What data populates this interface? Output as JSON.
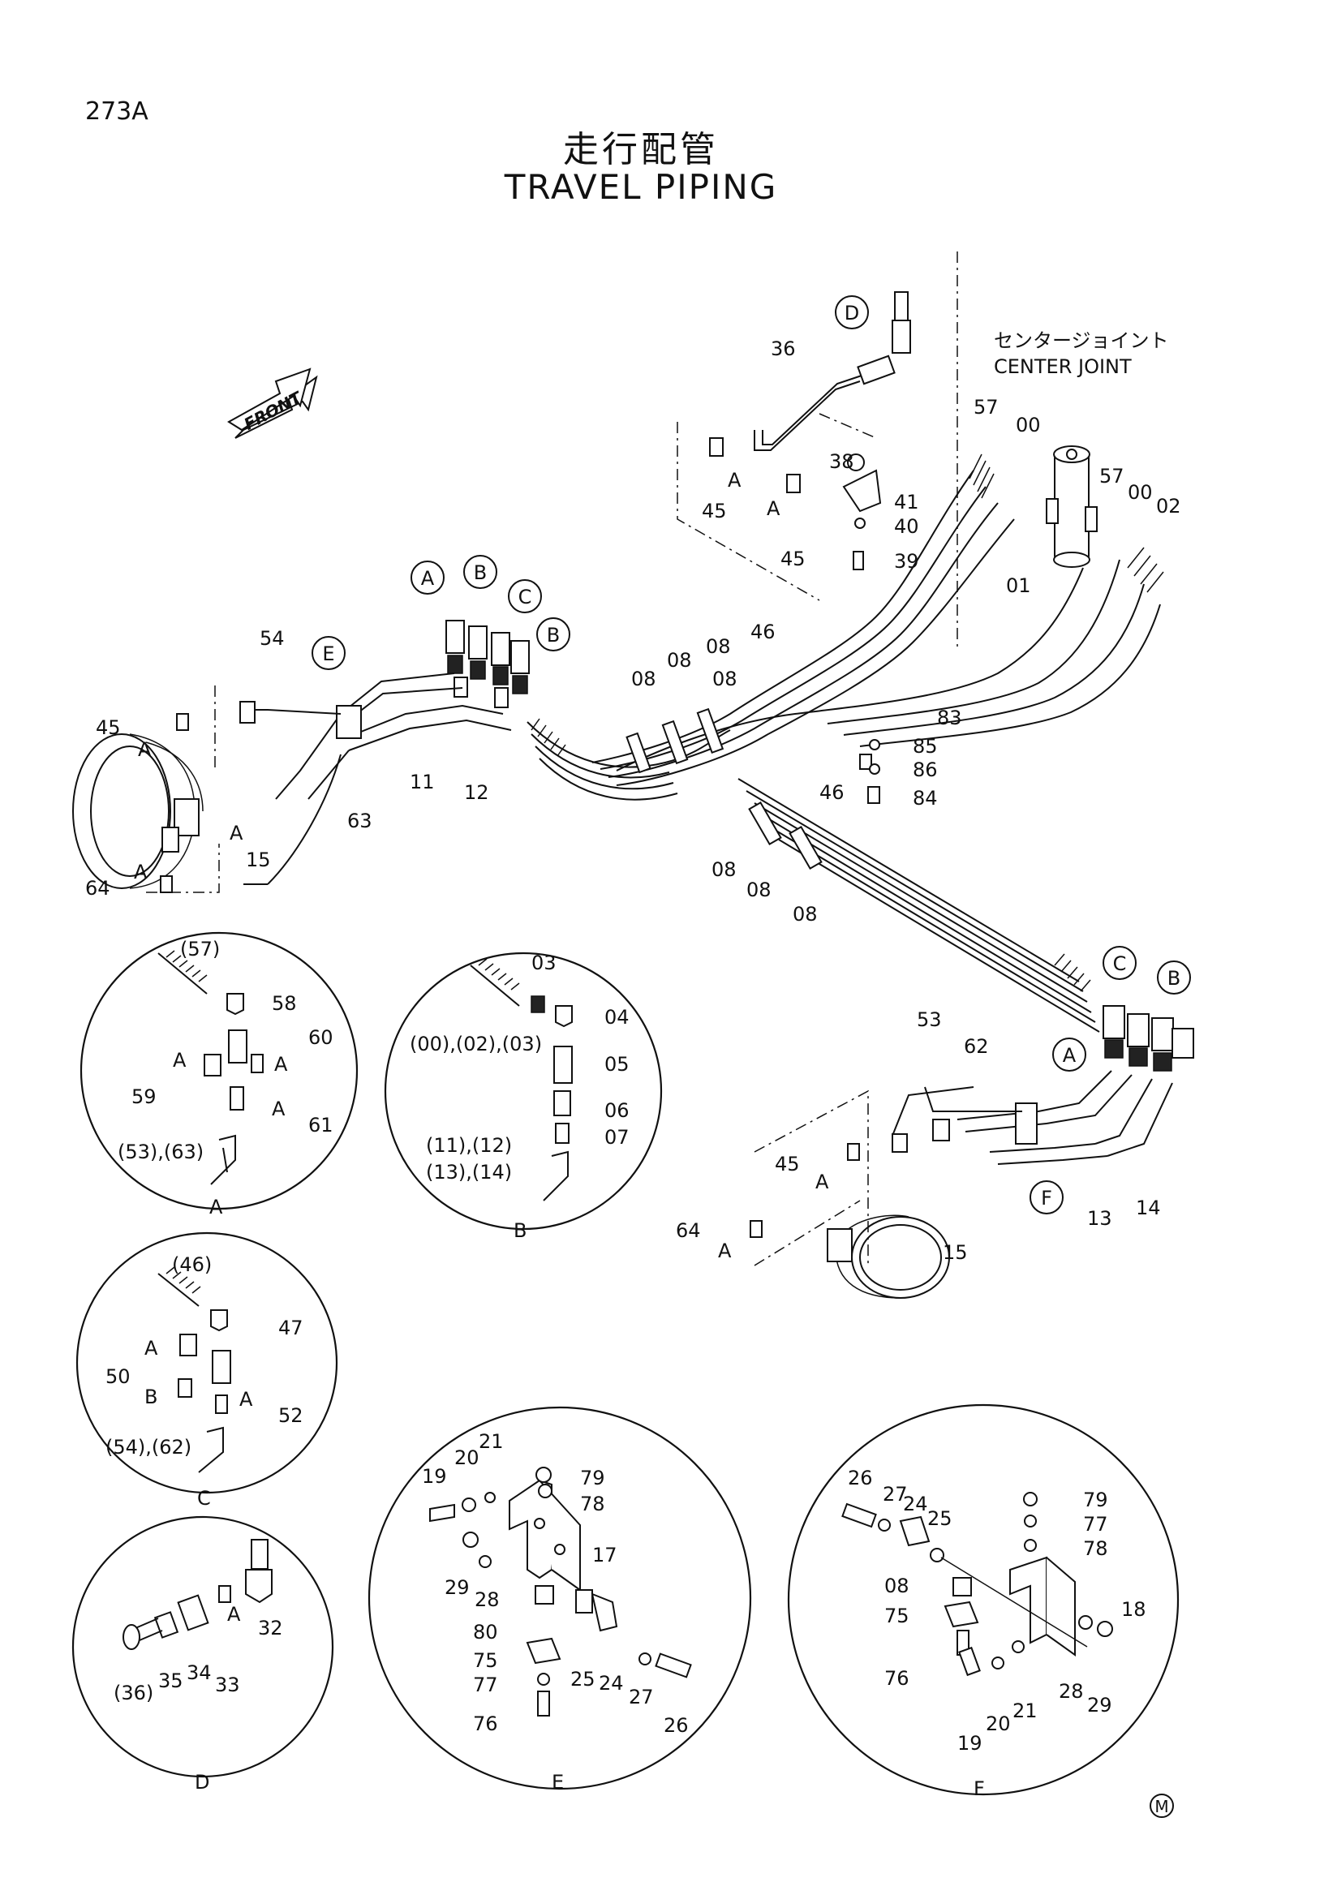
{
  "header": {
    "page_code": "273A",
    "title_jp": "走行配管",
    "title_en": "TRAVEL PIPING"
  },
  "front_label": "FRONT",
  "center_joint": {
    "jp": "センタージョイント",
    "en": "CENTER JOINT"
  },
  "mark": "M",
  "callout_letters": [
    "A",
    "B",
    "C",
    "D",
    "E",
    "F"
  ],
  "main_parts": [
    "36",
    "57",
    "00",
    "57",
    "00",
    "02",
    "38",
    "41",
    "40",
    "39",
    "45",
    "45",
    "01",
    "46",
    "08",
    "08",
    "08",
    "08",
    "83",
    "85",
    "86",
    "84",
    "46",
    "08",
    "08",
    "08",
    "54",
    "45",
    "64",
    "11",
    "12",
    "63",
    "15",
    "53",
    "62",
    "45",
    "64",
    "13",
    "14",
    "15",
    "A",
    "A",
    "A",
    "A",
    "A",
    "A",
    "A"
  ],
  "detail_A": {
    "letter": "A",
    "parts": [
      "(57)",
      "58",
      "60",
      "59",
      "61",
      "(53),(63)",
      "A",
      "A",
      "A"
    ]
  },
  "detail_B": {
    "letter": "B",
    "parts": [
      "03",
      "04",
      "(00),(02),(03)",
      "05",
      "06",
      "07",
      "(11),(12)",
      "(13),(14)"
    ]
  },
  "detail_C": {
    "letter": "C",
    "parts": [
      "(46)",
      "47",
      "50",
      "52",
      "(54),(62)",
      "A",
      "B",
      "A"
    ]
  },
  "detail_D": {
    "letter": "D",
    "parts": [
      "32",
      "A",
      "33",
      "34",
      "35",
      "(36)"
    ]
  },
  "detail_E": {
    "letter": "E",
    "parts": [
      "19",
      "20",
      "21",
      "79",
      "78",
      "17",
      "29",
      "28",
      "80",
      "75",
      "77",
      "76",
      "25",
      "24",
      "27",
      "26"
    ]
  },
  "detail_F": {
    "letter": "F",
    "parts": [
      "26",
      "27",
      "24",
      "25",
      "79",
      "77",
      "78",
      "08",
      "75",
      "18",
      "76",
      "19",
      "20",
      "21",
      "28",
      "29"
    ]
  }
}
